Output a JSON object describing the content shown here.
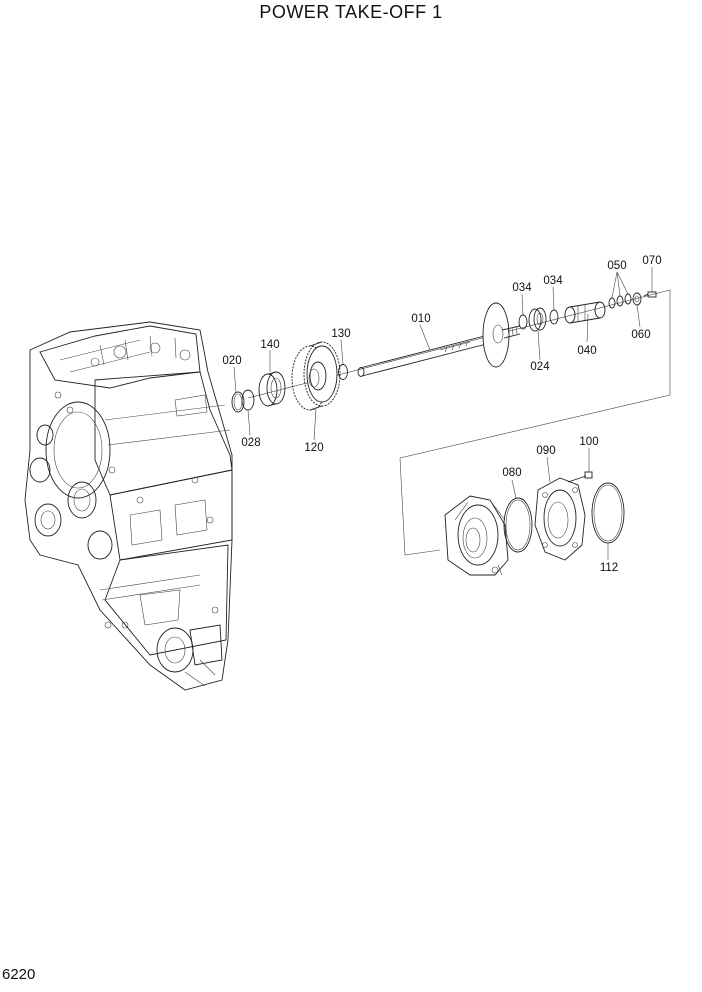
{
  "title": "POWER TAKE-OFF 1",
  "page_number": "6220",
  "callouts": {
    "c010": "010",
    "c020": "020",
    "c024": "024",
    "c028": "028",
    "c034a": "034",
    "c034b": "034",
    "c040": "040",
    "c050": "050",
    "c060": "060",
    "c070": "070",
    "c080": "080",
    "c090": "090",
    "c100": "100",
    "c112": "112",
    "c120": "120",
    "c130": "130",
    "c140": "140"
  }
}
